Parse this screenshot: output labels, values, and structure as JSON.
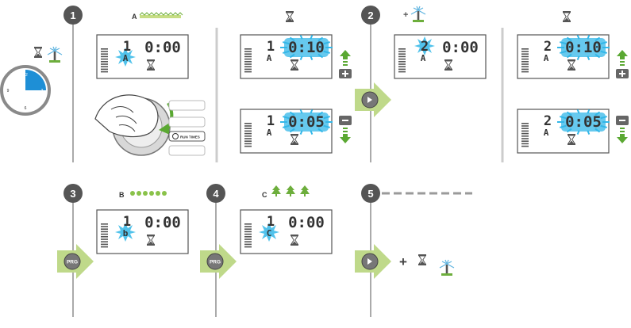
{
  "steps": [
    {
      "number": "1"
    },
    {
      "number": "2"
    },
    {
      "number": "3"
    },
    {
      "number": "4"
    },
    {
      "number": "5"
    }
  ],
  "labels": {
    "program_a": "A",
    "program_b": "B",
    "program_c": "C",
    "plus_sign": "+",
    "run_times": "RUN TIMES",
    "prg": "PRG"
  },
  "displays": {
    "d1": {
      "station": "1",
      "time": "0:00",
      "program": "A"
    },
    "d2": {
      "station": "1",
      "time": "0:10",
      "program": "A"
    },
    "d3": {
      "station": "1",
      "time": "0:05",
      "program": "A"
    },
    "d4": {
      "station": "2",
      "time": "0:00",
      "program": "A"
    },
    "d5": {
      "station": "2",
      "time": "0:10",
      "program": "A"
    },
    "d6": {
      "station": "2",
      "time": "0:05",
      "program": "A"
    },
    "d7": {
      "station": "1",
      "time": "0:00",
      "program": "b"
    },
    "d8": {
      "station": "1",
      "time": "0:00",
      "program": "C"
    }
  },
  "clock": {
    "n12": "12",
    "n3": "3",
    "n6": "6",
    "n9": "9",
    "fraction_highlighted": 0.25
  },
  "colors": {
    "accent_green": "#5aa832",
    "light_green": "#c6dd84",
    "arrow_green": "#bfd98a",
    "button_gray": "#666666",
    "blink_blue": "#33b7e8",
    "badge_gray": "#555555",
    "clock_fill": "#1e8fd6"
  },
  "icons": [
    "hourglass-icon",
    "sprinkler-icon",
    "arrow-up-icon",
    "arrow-down-icon",
    "plus-button-icon",
    "minus-button-icon",
    "next-arrow-icon",
    "prg-button-icon",
    "tree-icon",
    "bush-icon",
    "grass-icon",
    "dial-icon"
  ]
}
